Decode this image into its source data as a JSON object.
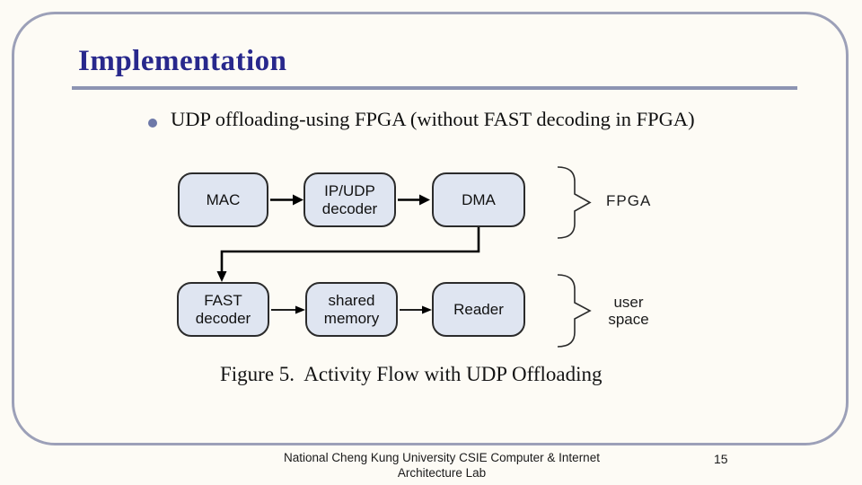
{
  "slide": {
    "title": "Implementation",
    "bullet": "UDP offloading-using FPGA (without FAST decoding in FPGA)",
    "footer": {
      "line1": "National Cheng Kung University CSIE Computer & Internet",
      "line2": "Architecture Lab",
      "page_number": "15"
    }
  },
  "diagram": {
    "caption": "Figure 5.  Activity Flow with UDP Offloading",
    "boxes": [
      {
        "id": "mac",
        "label": "MAC"
      },
      {
        "id": "ip-udp-decoder",
        "label": "IP/UDP\ndecoder"
      },
      {
        "id": "dma",
        "label": "DMA"
      },
      {
        "id": "fast-decoder",
        "label": "FAST\ndecoder"
      },
      {
        "id": "shared-memory",
        "label": "shared\nmemory"
      },
      {
        "id": "reader",
        "label": "Reader"
      }
    ],
    "flow": [
      "MAC -> IP/UDP decoder",
      "IP/UDP decoder -> DMA",
      "DMA -> FAST decoder",
      "FAST decoder -> shared memory",
      "shared memory -> Reader"
    ],
    "groups": [
      {
        "label": "FPGA",
        "members": [
          "MAC",
          "IP/UDP decoder",
          "DMA"
        ]
      },
      {
        "label": "user\nspace",
        "members": [
          "FAST decoder",
          "shared memory",
          "Reader"
        ]
      }
    ]
  },
  "colors": {
    "background": "#fdfbf5",
    "frame_border": "#9ca0b8",
    "title_text": "#28288c",
    "title_rule": "#8d94b2",
    "bullet_dot": "#6d78a8",
    "box_fill": "#dfe5f1",
    "box_border": "#2b2b2b",
    "diagram_ink": "#1a1a1a"
  }
}
